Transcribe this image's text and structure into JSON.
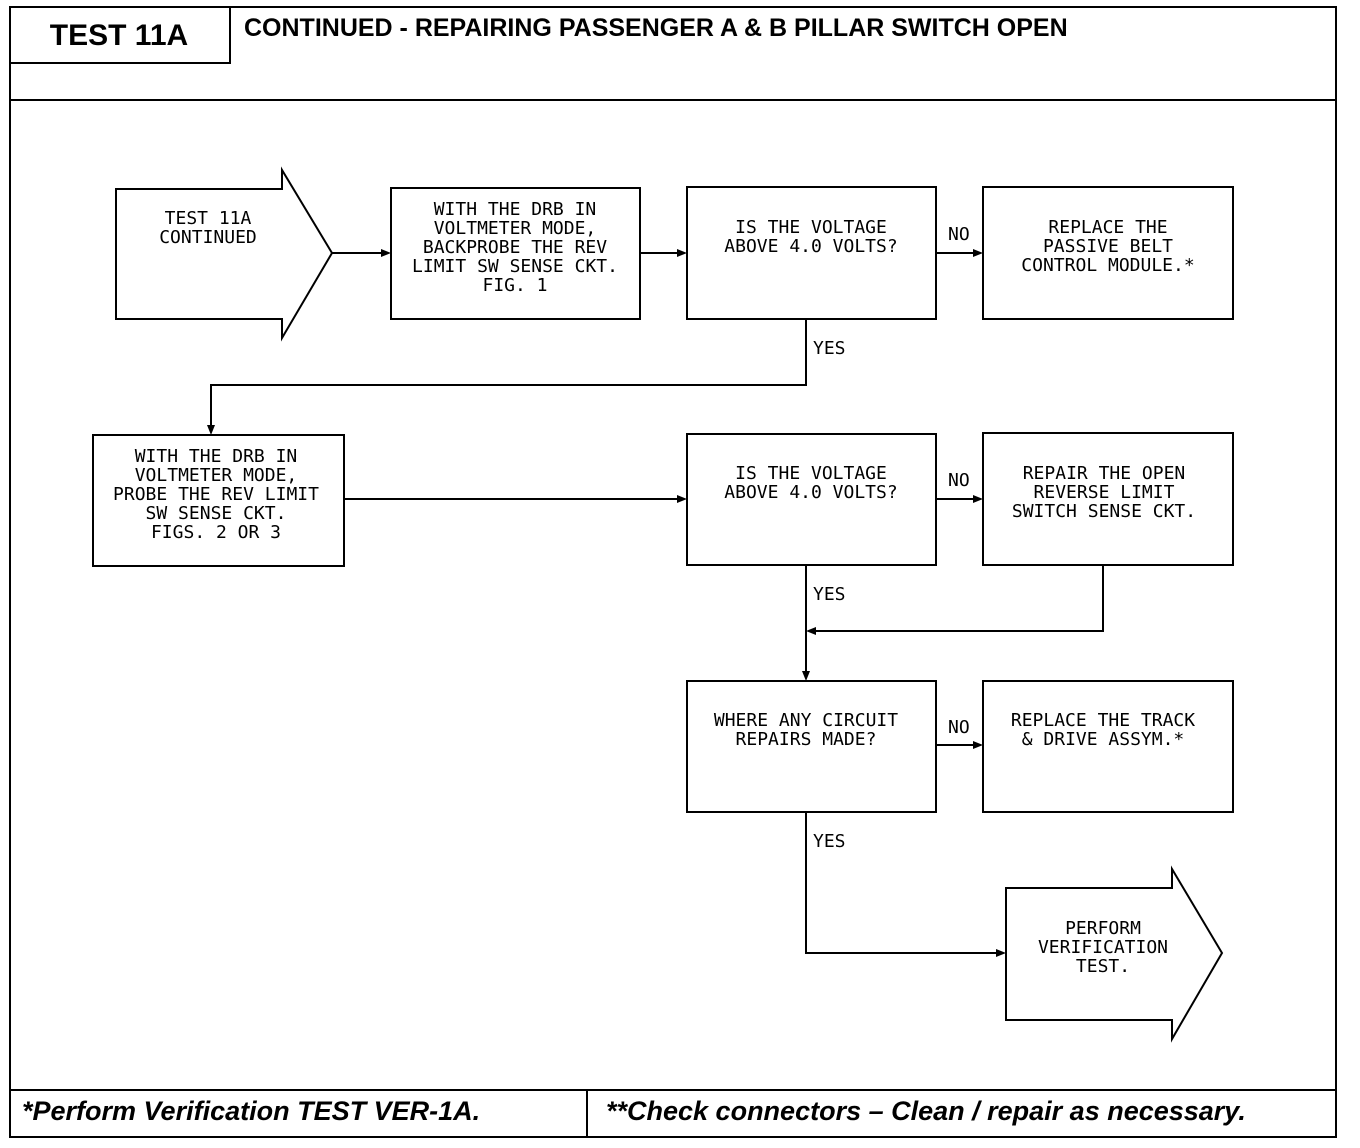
{
  "header": {
    "test_id": "TEST 11A",
    "title": "CONTINUED -  REPAIRING PASSENGER A & B PILLAR SWITCH OPEN"
  },
  "flowchart": {
    "start": [
      "TEST 11A",
      "CONTINUED"
    ],
    "step1": [
      "WITH THE DRB IN",
      "VOLTMETER MODE,",
      "BACKPROBE THE REV",
      "LIMIT SW SENSE CKT.",
      "FIG. 1"
    ],
    "decision1": [
      "IS THE VOLTAGE",
      "ABOVE 4.0 VOLTS?"
    ],
    "action1": [
      "REPLACE THE",
      "PASSIVE BELT",
      "CONTROL MODULE.*"
    ],
    "step2": [
      "WITH THE DRB IN",
      "VOLTMETER MODE,",
      "PROBE THE REV LIMIT",
      "SW SENSE CKT.",
      "FIGS. 2 OR 3"
    ],
    "decision2": [
      "IS THE VOLTAGE",
      "ABOVE 4.0 VOLTS?"
    ],
    "action2": [
      "REPAIR THE OPEN",
      "REVERSE LIMIT",
      "SWITCH SENSE CKT."
    ],
    "decision3": [
      "WHERE ANY CIRCUIT",
      "REPAIRS MADE?"
    ],
    "action3": [
      "REPLACE THE TRACK",
      "& DRIVE ASSYM.*"
    ],
    "end": [
      "PERFORM",
      "VERIFICATION",
      "TEST."
    ],
    "labels": {
      "no1": "NO",
      "yes1": "YES",
      "no2": "NO",
      "yes2": "YES",
      "no3": "NO",
      "yes3": "YES"
    }
  },
  "footer": {
    "left": "*Perform Verification TEST VER-1A.",
    "right": "**Check connectors – Clean / repair as necessary."
  }
}
